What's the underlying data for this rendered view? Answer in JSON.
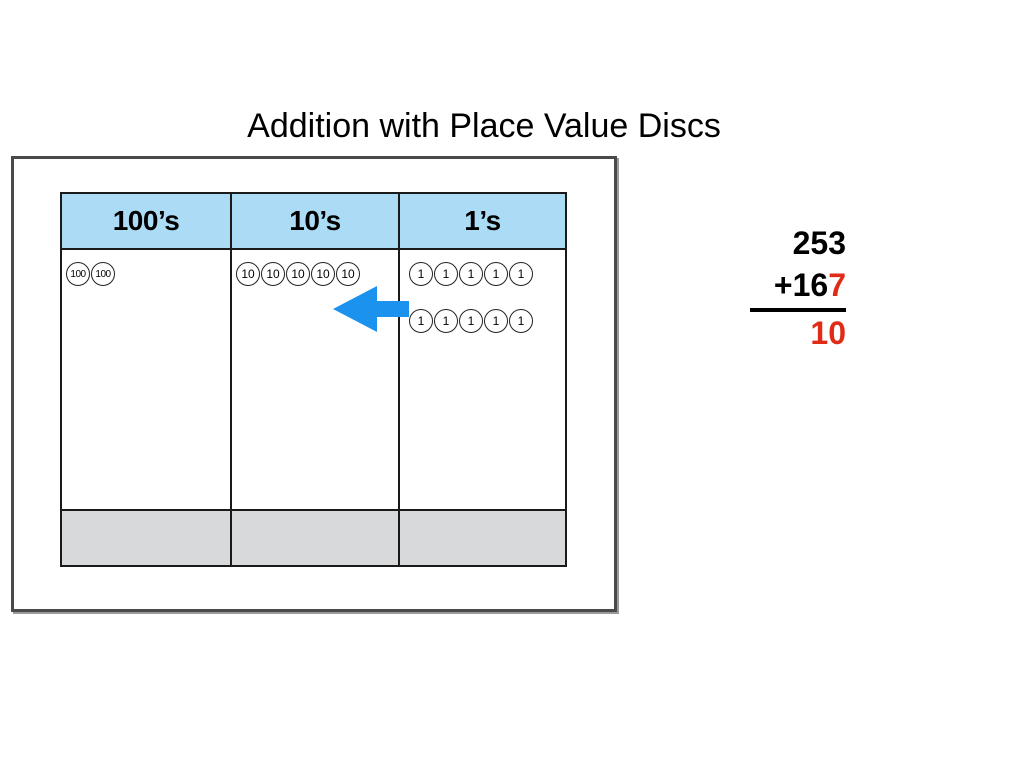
{
  "title": "Addition with Place Value Discs",
  "chart": {
    "columns": [
      {
        "header": "100’s",
        "rows": [
          [
            "100",
            "100"
          ]
        ]
      },
      {
        "header": "10’s",
        "rows": [
          [
            "10",
            "10",
            "10",
            "10",
            "10"
          ]
        ]
      },
      {
        "header": "1’s",
        "rows": [
          [
            "1",
            "1",
            "1",
            "1",
            "1"
          ],
          [
            "1",
            "1",
            "1",
            "1",
            "1"
          ]
        ]
      }
    ]
  },
  "arrow": {
    "direction": "left",
    "color": "#1b93ee"
  },
  "problem": {
    "top_number": "253",
    "second_prefix": "+16",
    "second_highlight": "7",
    "result": "10",
    "highlight_color": "#e02b16"
  }
}
